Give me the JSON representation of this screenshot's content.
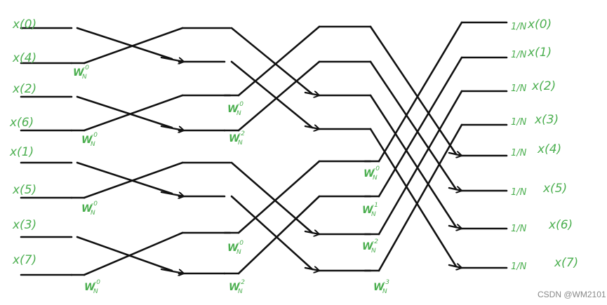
{
  "colors": {
    "ink": "#111111",
    "annotation": "#4caf50",
    "watermark": "#888888"
  },
  "inputs": [
    "x(0)",
    "x(4)",
    "x(2)",
    "x(6)",
    "x(1)",
    "x(5)",
    "x(3)",
    "x(7)"
  ],
  "outputs": [
    {
      "frac": "1/N",
      "label": "x(0)"
    },
    {
      "frac": "1/N",
      "label": "x(1)"
    },
    {
      "frac": "1/N",
      "label": "x(2)"
    },
    {
      "frac": "1/N",
      "label": "x(3)"
    },
    {
      "frac": "1/N",
      "label": "x(4)"
    },
    {
      "frac": "1/N",
      "label": "x(5)"
    },
    {
      "frac": "1/N",
      "label": "x(6)"
    },
    {
      "frac": "1/N",
      "label": "x(7)"
    }
  ],
  "twiddles": {
    "stage1": [
      {
        "base": "W",
        "sub": "N",
        "exp": "-0"
      },
      {
        "base": "W",
        "sub": "N",
        "exp": "-0"
      },
      {
        "base": "W",
        "sub": "N",
        "exp": "-0"
      },
      {
        "base": "W",
        "sub": "N",
        "exp": "-0"
      }
    ],
    "stage2": [
      {
        "base": "W",
        "sub": "N",
        "exp": "-0"
      },
      {
        "base": "W",
        "sub": "N",
        "exp": "-2"
      },
      {
        "base": "W",
        "sub": "N",
        "exp": "-0"
      },
      {
        "base": "W",
        "sub": "N",
        "exp": "-2"
      }
    ],
    "stage3": [
      {
        "base": "W",
        "sub": "N",
        "exp": "-0"
      },
      {
        "base": "W",
        "sub": "N",
        "exp": "-1"
      },
      {
        "base": "W",
        "sub": "N",
        "exp": "-2"
      },
      {
        "base": "W",
        "sub": "N",
        "exp": "-3"
      }
    ]
  },
  "watermark": "CSDN @WM2101"
}
